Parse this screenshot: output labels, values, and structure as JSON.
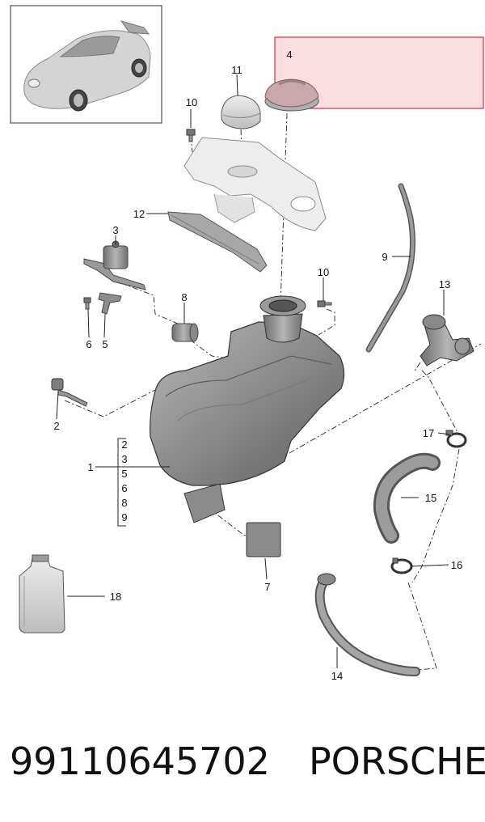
{
  "labels": {
    "n1": "1",
    "n2": "2",
    "n3": "3",
    "n4": "4",
    "n5": "5",
    "n6": "6",
    "n7": "7",
    "n8": "8",
    "n9": "9",
    "n10a": "10",
    "n10b": "10",
    "n11": "11",
    "n12": "12",
    "n13": "13",
    "n14": "14",
    "n15": "15",
    "n16": "16",
    "n17": "17",
    "n18": "18"
  },
  "bracket_items": [
    "2",
    "3",
    "5",
    "6",
    "8",
    "9"
  ],
  "footer": {
    "part_number": "99110645702",
    "brand": "PORSCHE"
  },
  "colors": {
    "highlight_fill": "#f9d3d8",
    "highlight_stroke": "#d9303f",
    "part_gray": "#8f8f8f"
  }
}
